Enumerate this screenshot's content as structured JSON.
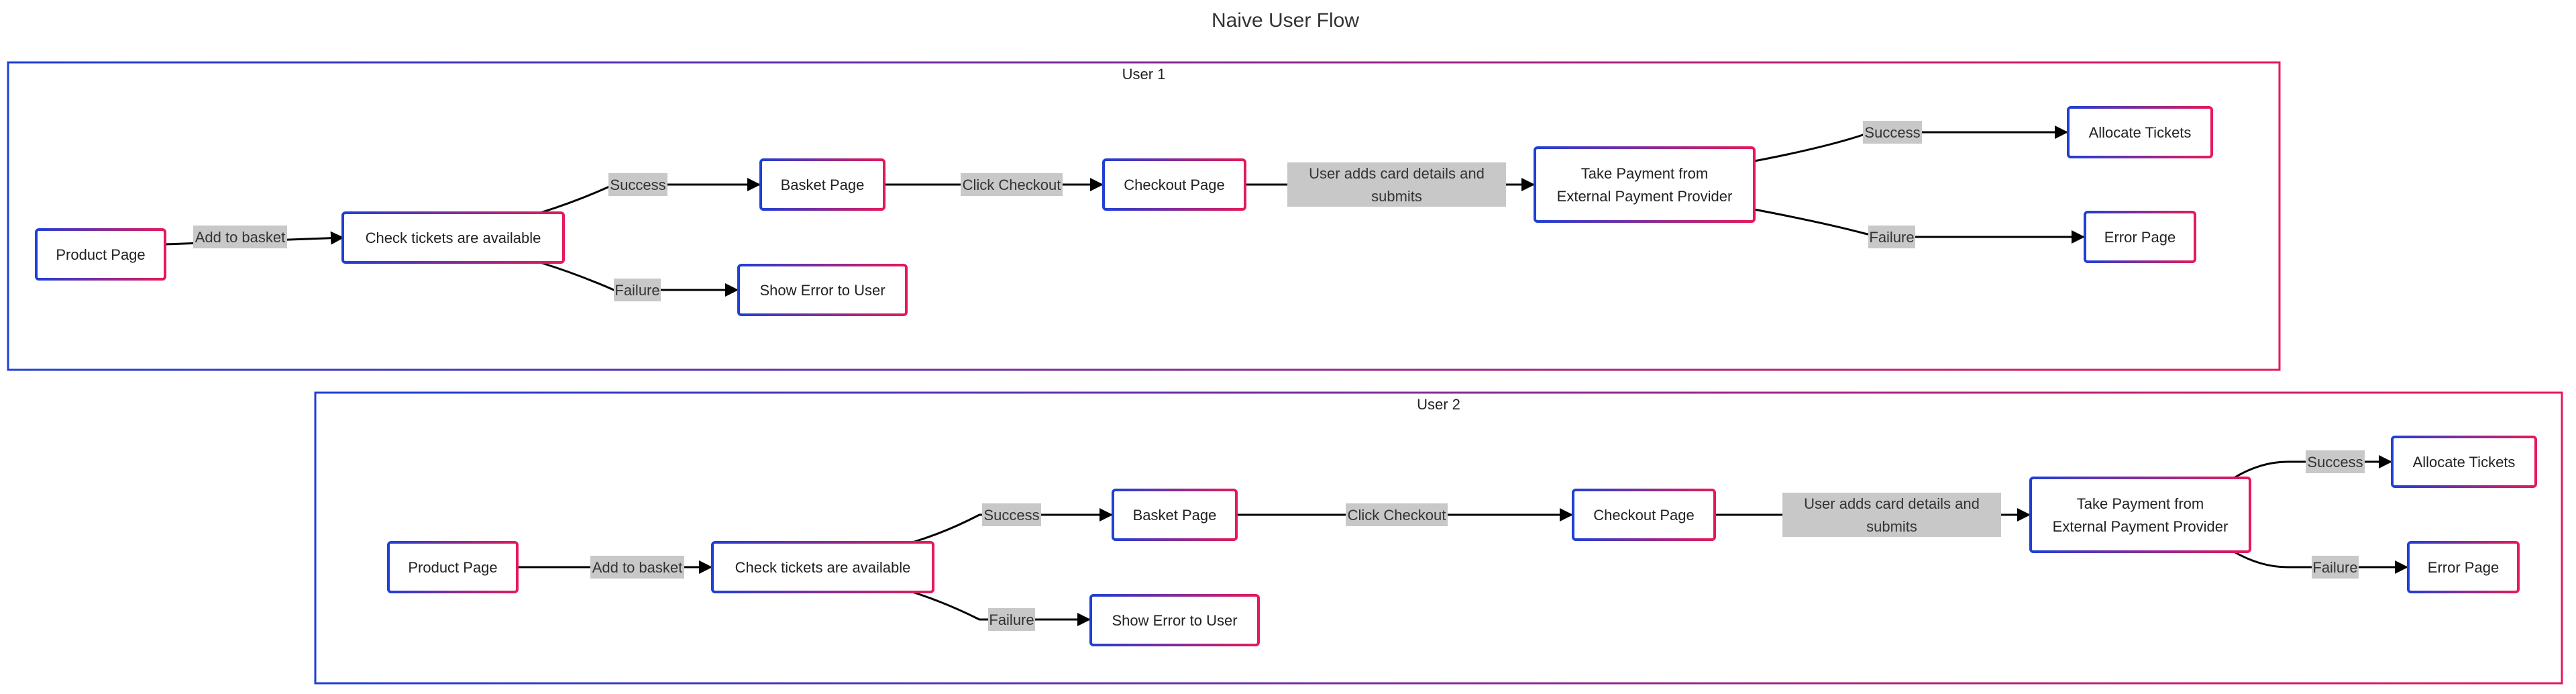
{
  "diagram": {
    "title": "Naive User Flow",
    "colors": {
      "gradient_start": "#1f3fd6",
      "gradient_end": "#e6195a",
      "edge": "#000000",
      "edge_label_bg": "#c8c8c8",
      "background": "#ffffff"
    },
    "groups": [
      {
        "label": "User 1",
        "nodes": {
          "product": "Product Page",
          "check": "Check tickets are available",
          "basket": "Basket Page",
          "show_error": "Show Error to User",
          "checkout": "Checkout Page",
          "payment": [
            "Take Payment from",
            "External Payment Provider"
          ],
          "allocate": "Allocate Tickets",
          "error": "Error Page"
        },
        "edge_labels": {
          "add_to_basket": "Add to basket",
          "success1": "Success",
          "failure1": "Failure",
          "click_checkout": "Click Checkout",
          "card_details": [
            "User adds card details and",
            "submits"
          ],
          "success2": "Success",
          "failure2": "Failure"
        }
      },
      {
        "label": "User 2",
        "nodes": {
          "product": "Product Page",
          "check": "Check tickets are available",
          "basket": "Basket Page",
          "show_error": "Show Error to User",
          "checkout": "Checkout Page",
          "payment": [
            "Take Payment from",
            "External Payment Provider"
          ],
          "allocate": "Allocate Tickets",
          "error": "Error Page"
        },
        "edge_labels": {
          "add_to_basket": "Add to basket",
          "success1": "Success",
          "failure1": "Failure",
          "click_checkout": "Click Checkout",
          "card_details": [
            "User adds card details and",
            "submits"
          ],
          "success2": "Success",
          "failure2": "Failure"
        }
      }
    ]
  }
}
